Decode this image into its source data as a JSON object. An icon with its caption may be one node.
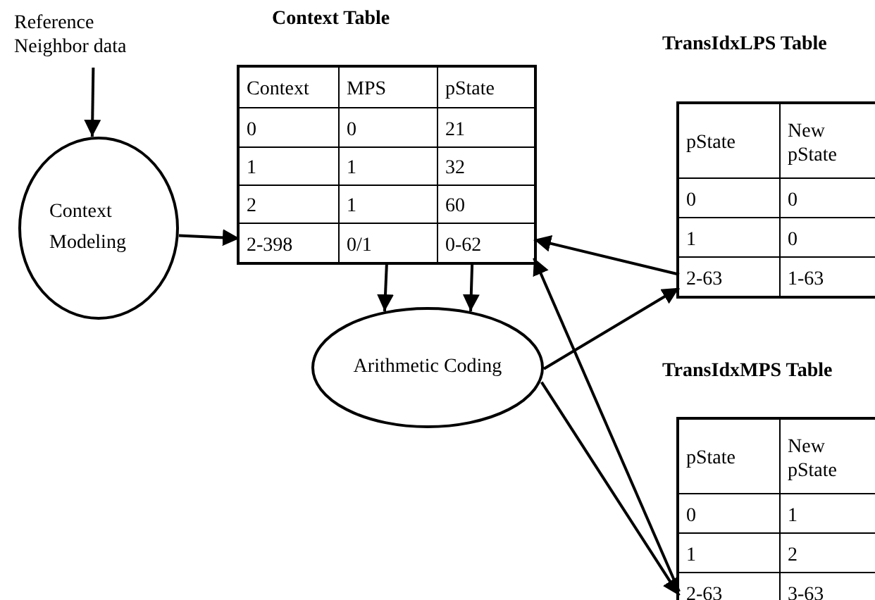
{
  "diagram": {
    "nodes": [
      {
        "text": [
          "Reference Neighbor data"
        ]
      },
      {
        "text": [
          "Context Modeling"
        ]
      },
      {
        "text": [
          "Context Table"
        ]
      },
      {
        "text": [
          "Context",
          "MPS",
          "pState"
        ],
        "in": 2
      },
      {
        "text": [
          "0",
          "0",
          "21"
        ],
        "in": 2
      },
      {
        "text": [
          "1",
          "1",
          "32"
        ],
        "in": 2
      },
      {
        "text": [
          "2",
          "1",
          "60"
        ],
        "in": 2
      },
      {
        "text": [
          "2-398",
          "0/1",
          "0-62"
        ],
        "in": 2
      },
      {
        "text": [
          "Arithmetic Coding"
        ]
      },
      {
        "text": [
          "TransIdxLPS Table"
        ]
      },
      {
        "text": [
          "pState",
          "New pState"
        ],
        "in": 9
      },
      {
        "text": [
          "0",
          "0"
        ],
        "in": 9
      },
      {
        "text": [
          "1",
          "0"
        ],
        "in": 9
      },
      {
        "text": [
          "2-63",
          "1-63"
        ],
        "in": 9
      },
      {
        "text": [
          "TransIdxMPS Table"
        ]
      },
      {
        "text": [
          "pState",
          "New pState"
        ],
        "in": 14
      },
      {
        "text": [
          "0",
          "1"
        ],
        "in": 14
      },
      {
        "text": [
          "1",
          "2"
        ],
        "in": 14
      },
      {
        "text": [
          "2-63",
          "3-63"
        ],
        "in": 14
      }
    ],
    "edges": [
      {
        "from": 0,
        "to": 1,
        "arrow": "to"
      },
      {
        "from": 1,
        "to": 7,
        "arrow": "to"
      },
      {
        "from": 7,
        "to": 8,
        "arrow": "to"
      },
      {
        "from": 7,
        "to": 8,
        "arrow": "to"
      },
      {
        "from": 8,
        "to": 13,
        "arrow": "to"
      },
      {
        "from": 13,
        "to": 7,
        "arrow": "to"
      },
      {
        "from": 8,
        "to": 18,
        "arrow": "to"
      },
      {
        "from": 18,
        "to": 7,
        "arrow": "to"
      }
    ]
  }
}
